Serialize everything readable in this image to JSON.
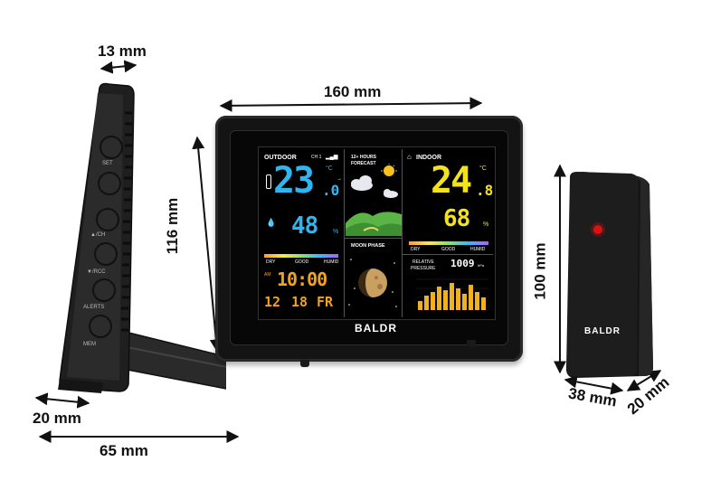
{
  "dimensions": {
    "side_thickness": "13 mm",
    "main_width": "160 mm",
    "main_height": "116 mm",
    "stand_depth": "65 mm",
    "foot_width": "20 mm",
    "sensor_height": "100 mm",
    "sensor_width": "38 mm",
    "sensor_depth": "20 mm"
  },
  "side_buttons": [
    "SET",
    "",
    "",
    "▲/CH",
    "▼/RCC",
    "ALERTS",
    "MEM"
  ],
  "brand": "BALDR",
  "outdoor": {
    "title": "OUTDOOR",
    "channel": "CH 1",
    "temp_int": "23",
    "temp_dec": ".0",
    "temp_unit": "°C",
    "humidity": "48",
    "humidity_unit": "%",
    "comfort_labels": [
      "DRY",
      "GOOD",
      "HUMID"
    ]
  },
  "forecast": {
    "title_line1": "12+ HOURS",
    "title_line2": "FORECAST"
  },
  "indoor": {
    "title": "INDOOR",
    "temp_int": "24",
    "temp_dec": ".8",
    "temp_unit": "°C",
    "humidity": "68",
    "humidity_unit": "%",
    "comfort_labels": [
      "DRY",
      "GOOD",
      "HUMID"
    ]
  },
  "clock": {
    "ampm": "AM",
    "time": "10:00",
    "date_month": "12",
    "date_day": "18",
    "weekday": "FR"
  },
  "moon": {
    "title": "MOON PHASE"
  },
  "pressure": {
    "label_line1": "RELATIVE",
    "label_line2": "PRESSURE",
    "value": "1009",
    "unit": "hPa"
  },
  "colors": {
    "outdoor_temp": "#2fb6f0",
    "indoor_temp": "#f4e21c",
    "clock": "#f2a21c",
    "pressure_bars": "#f0b020",
    "sensor_led": "#e01010"
  }
}
